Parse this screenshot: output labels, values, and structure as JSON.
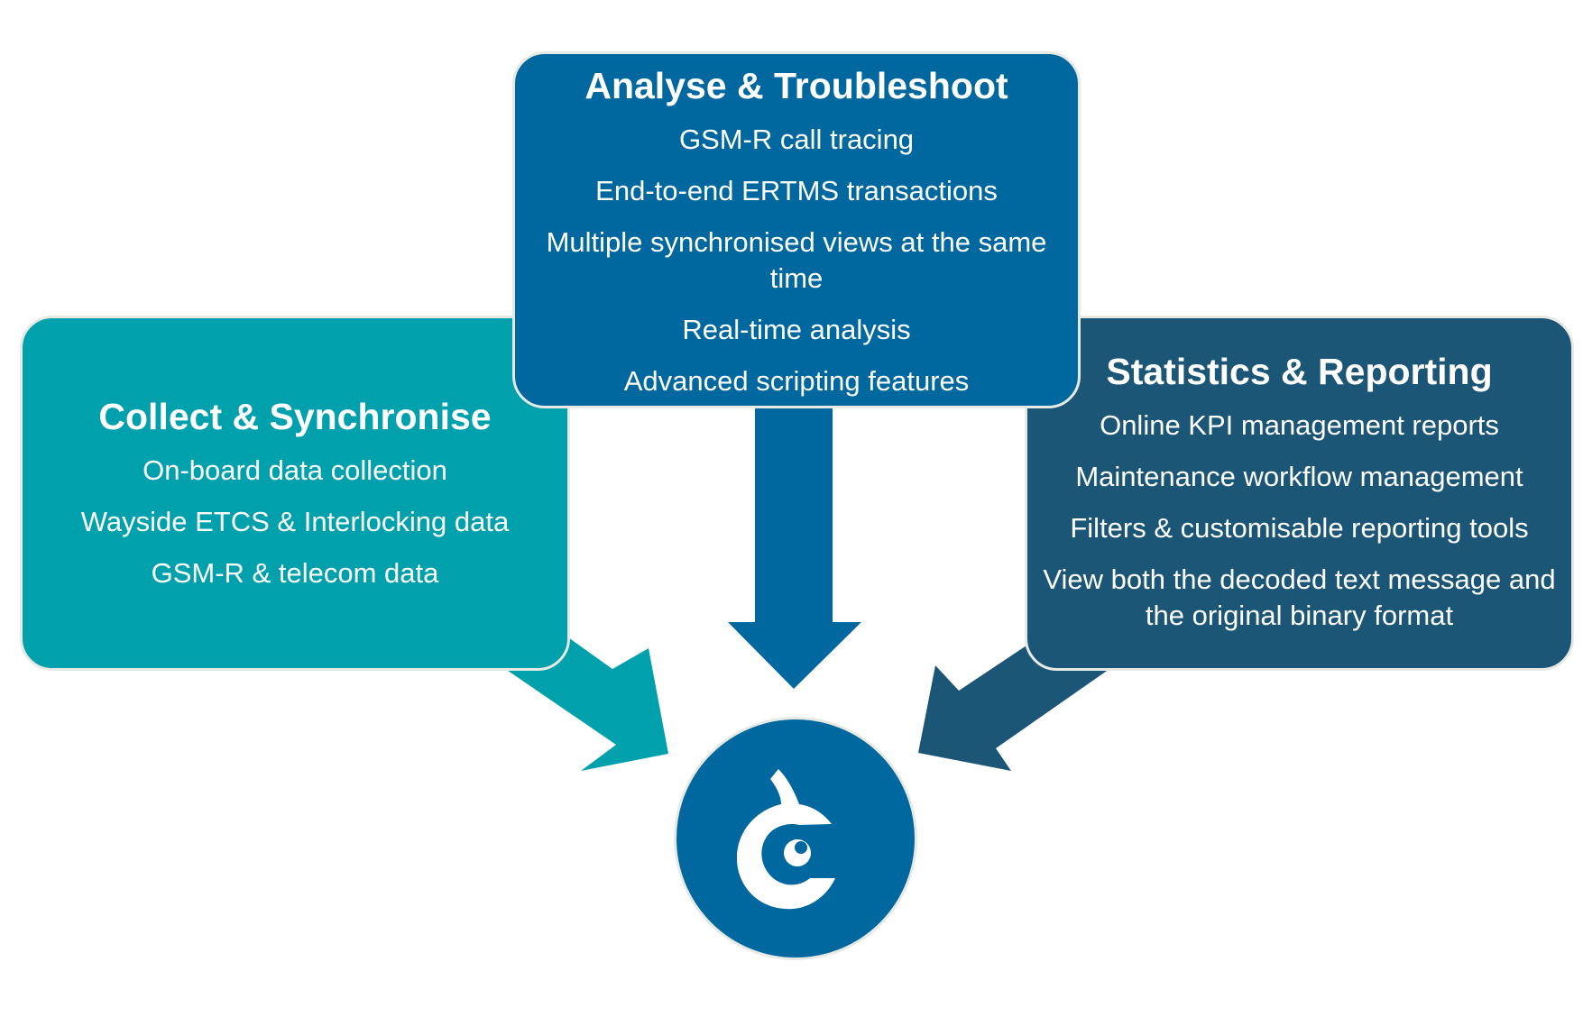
{
  "colors": {
    "collect": "#00a1ad",
    "analyse": "#00679f",
    "stats": "#1c5677",
    "border": "#e6e9e4",
    "text": "#ffffff"
  },
  "boxes": {
    "collect": {
      "title": "Collect & Synchronise",
      "items": [
        "On-board data collection",
        "Wayside ETCS & Interlocking data",
        "GSM-R & telecom data"
      ]
    },
    "analyse": {
      "title": "Analyse & Troubleshoot",
      "items": [
        "GSM-R call tracing",
        "End-to-end ERTMS transactions",
        "Multiple synchronised views at the same time",
        "Real-time analysis",
        "Advanced scripting features"
      ]
    },
    "stats": {
      "title": "Statistics & Reporting",
      "items": [
        "Online KPI management reports",
        "Maintenance workflow management",
        "Filters & customisable reporting tools",
        "View both the decoded text message and the original binary format"
      ]
    }
  },
  "logo": {
    "icon": "brand-logo-icon"
  }
}
